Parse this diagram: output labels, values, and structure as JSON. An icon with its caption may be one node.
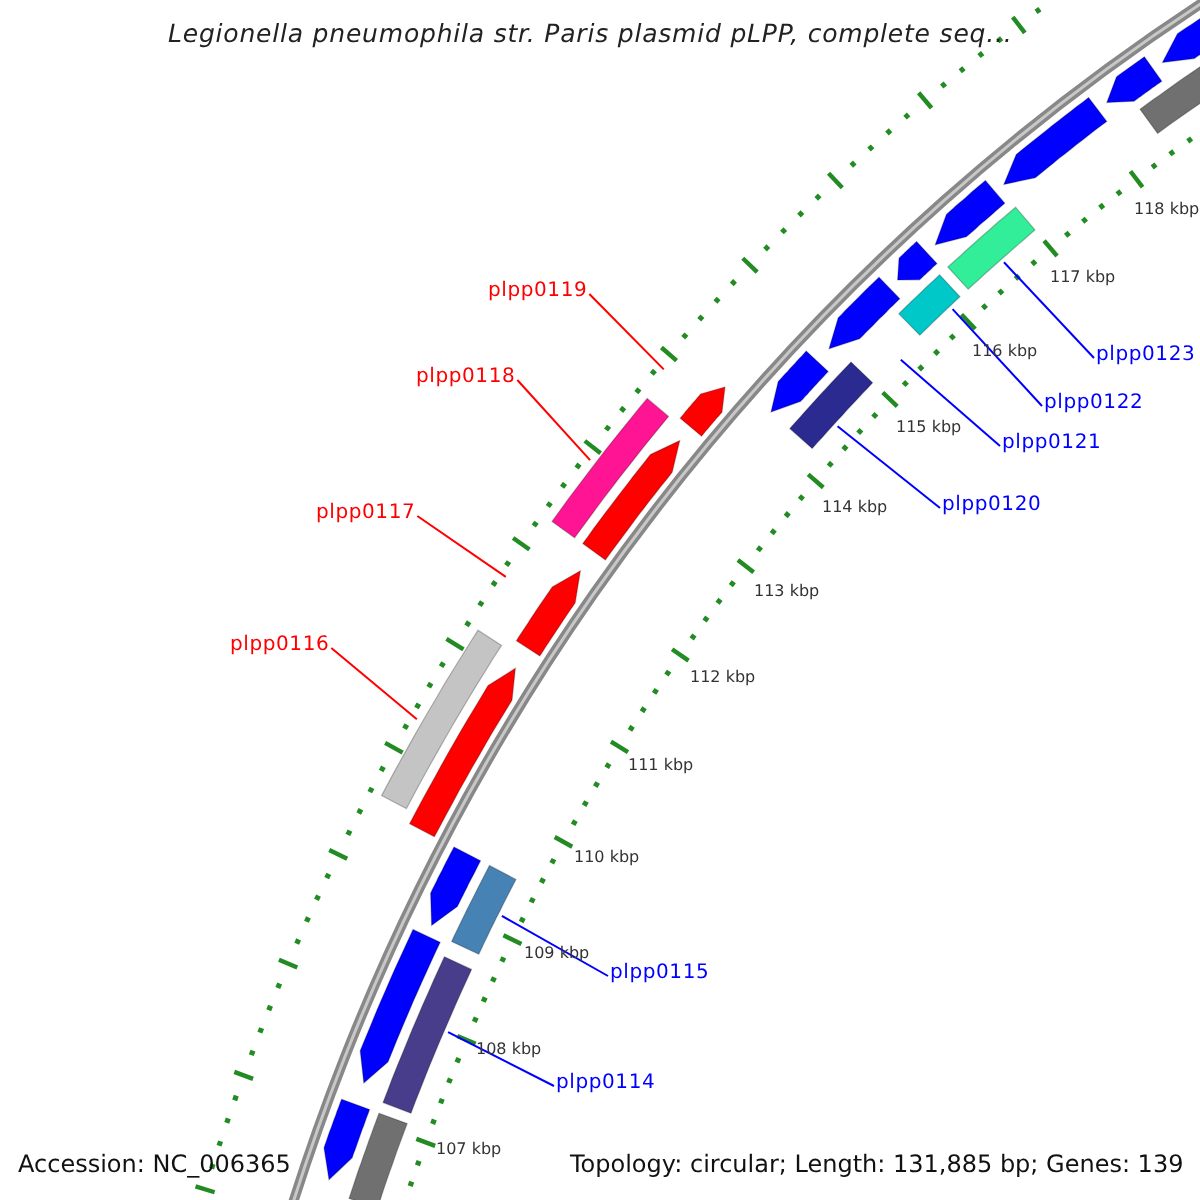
{
  "diagram": {
    "title": "Legionella pneumophila str. Paris plasmid pLPP, complete seq...",
    "nodes": [
      {
        "text": [
          "plpp0119"
        ]
      },
      {
        "text": [
          "plpp0123"
        ]
      },
      {
        "text": [
          "plpp0118"
        ]
      },
      {
        "text": [
          "plpp0122"
        ]
      },
      {
        "text": [
          "plpp0121"
        ]
      },
      {
        "text": [
          "plpp0120"
        ]
      },
      {
        "text": [
          "plpp0117"
        ]
      },
      {
        "text": [
          "plpp0116"
        ]
      },
      {
        "text": [
          "plpp0115"
        ]
      },
      {
        "text": [
          "plpp0114"
        ]
      }
    ],
    "edges": [
      {
        "from": 0,
        "to": null,
        "arrow": "none",
        "color": "#ff0000"
      },
      {
        "from": 1,
        "to": null,
        "arrow": "none"
      },
      {
        "from": 2,
        "to": null,
        "arrow": "none",
        "color": "#ff0000"
      },
      {
        "from": 3,
        "to": null,
        "arrow": "none"
      },
      {
        "from": 4,
        "to": null,
        "arrow": "none"
      },
      {
        "from": 5,
        "to": null,
        "arrow": "none"
      },
      {
        "from": 6,
        "to": null,
        "arrow": "none",
        "color": "#ff0000"
      },
      {
        "from": 7,
        "to": null,
        "arrow": "none",
        "color": "#ff0000"
      },
      {
        "from": 8,
        "to": null,
        "arrow": "none"
      },
      {
        "from": 9,
        "to": null,
        "arrow": "none"
      }
    ],
    "labels": [
      "118 kbp",
      "117 kbp",
      "116 kbp",
      "115 kbp",
      "114 kbp",
      "113 kbp",
      "112 kbp",
      "111 kbp",
      "110 kbp",
      "109 kbp",
      "108 kbp",
      "107 kbp",
      "Accession: NC_006365",
      "Topology: circular; Length: 131,885 bp; Genes: 139"
    ]
  }
}
